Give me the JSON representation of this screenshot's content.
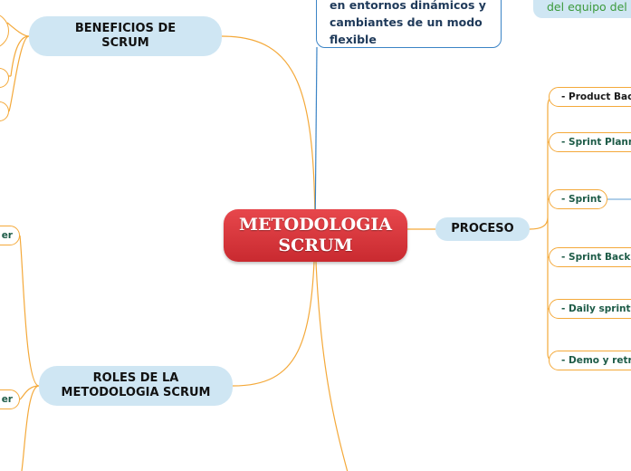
{
  "central": {
    "line1": "METODOLOGIA",
    "line2": "SCRUM"
  },
  "beneficios": {
    "line1": "BENEFICIOS DE",
    "line2": "SCRUM"
  },
  "roles": {
    "line1": "ROLES DE LA",
    "line2": "METODOLOGIA SCRUM"
  },
  "proceso": {
    "label": "PROCESO"
  },
  "textbox": {
    "line1": "en entornos dinámicos y",
    "line2": "cambiantes de un modo",
    "line3": "flexible"
  },
  "greenbox": {
    "text": "del equipo del"
  },
  "proceso_items": [
    "- Product Backlog",
    "- Sprint Planning",
    "- Sprint",
    "- Sprint Backlog",
    "- Daily sprint meeting",
    "- Demo y retrospectiva"
  ],
  "left_stubs": [
    "er",
    "er"
  ],
  "colors": {
    "central_top": "#e7474c",
    "central_bottom": "#c92a30",
    "main_topic_fill": "#cfe6f3",
    "connector_orange": "#f4a93a",
    "connector_blue": "#3b84c6",
    "green_text": "#3c9a3c"
  }
}
